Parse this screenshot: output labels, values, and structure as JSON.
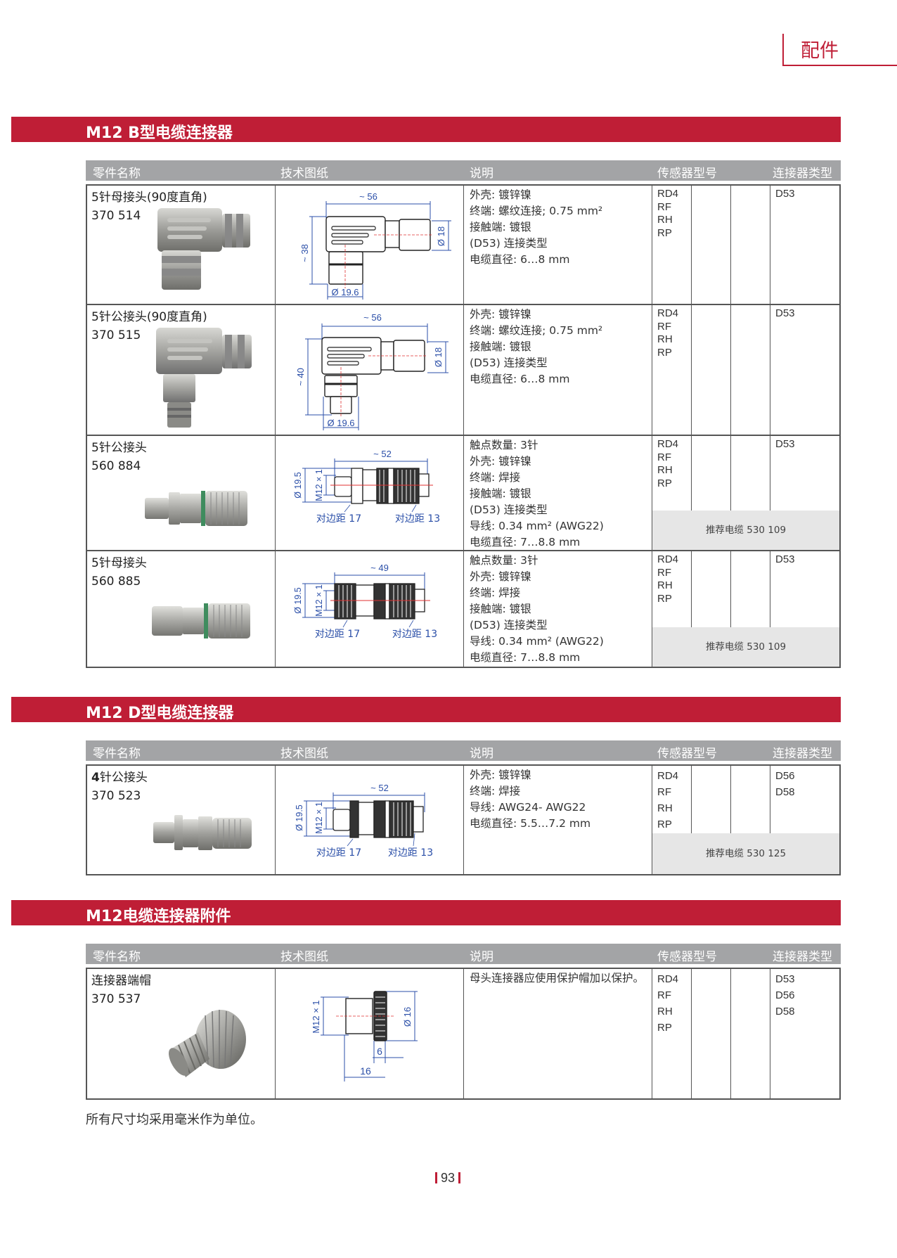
{
  "header": {
    "chapter_tab": "配件"
  },
  "columns": {
    "name": "零件名称",
    "drawing": "技术图纸",
    "description": "说明",
    "sensor_model": "传感器型号",
    "connector_type": "连接器类型"
  },
  "sections": [
    {
      "title": "M12 B型电缆连接器",
      "rows": [
        {
          "name": "5针母接头(90度直角)",
          "part_no": "370 514",
          "description": [
            "外壳: 镀锌镍",
            "终端: 螺纹连接; 0.75 mm²",
            "接触端: 镀银",
            "(D53) 连接类型",
            "电缆直径: 6…8 mm"
          ],
          "sensors": [
            "RD4",
            "RF",
            "RH",
            "RP"
          ],
          "connector_types": [
            "D53"
          ],
          "drawing": {
            "length": "~ 56",
            "height": "~ 38",
            "dia_top": "Ø 18",
            "dia_bottom": "Ø 19.6"
          }
        },
        {
          "name": "5针公接头(90度直角)",
          "part_no": "370 515",
          "description": [
            "外壳: 镀锌镍",
            "终端: 螺纹连接; 0.75 mm²",
            "接触端: 镀银",
            "(D53) 连接类型",
            "电缆直径: 6…8 mm"
          ],
          "sensors": [
            "RD4",
            "RF",
            "RH",
            "RP"
          ],
          "connector_types": [
            "D53"
          ],
          "drawing": {
            "length": "~ 56",
            "height": "~ 40",
            "dia_top": "Ø 18",
            "dia_bottom": "Ø 19.6"
          }
        },
        {
          "name": "5针公接头",
          "part_no": "560 884",
          "description": [
            "触点数量: 3针",
            "外壳: 镀锌镍",
            "终端: 焊接",
            "接触端: 镀银",
            "(D53) 连接类型",
            "导线: 0.34 mm² (AWG22)",
            "电缆直径: 7…8.8 mm"
          ],
          "sensors": [
            "RD4",
            "RF",
            "RH",
            "RP"
          ],
          "connector_types": [
            "D53"
          ],
          "recommended_cable": "推荐电缆 530 109",
          "drawing": {
            "length": "~ 52",
            "dia": "Ø 19.5",
            "thread": "M12 × 1",
            "af1": "对边距 17",
            "af2": "对边距 13"
          }
        },
        {
          "name": "5针母接头",
          "part_no": "560 885",
          "description": [
            "触点数量: 3针",
            "外壳: 镀锌镍",
            "终端: 焊接",
            "接触端: 镀银",
            "(D53) 连接类型",
            "导线: 0.34 mm² (AWG22)",
            "电缆直径: 7…8.8 mm"
          ],
          "sensors": [
            "RD4",
            "RF",
            "RH",
            "RP"
          ],
          "connector_types": [
            "D53"
          ],
          "recommended_cable": "推荐电缆 530 109",
          "drawing": {
            "length": "~ 49",
            "dia": "Ø 19.5",
            "thread": "M12 × 1",
            "af1": "对边距 17",
            "af2": "对边距 13"
          }
        }
      ]
    },
    {
      "title": "M12 D型电缆连接器",
      "rows": [
        {
          "name_bold": "4",
          "name": "针公接头",
          "part_no": "370 523",
          "description": [
            "外壳: 镀锌镍",
            "终端: 焊接",
            "导线: AWG24- AWG22",
            "电缆直径: 5.5…7.2 mm"
          ],
          "sensors": [
            "RD4",
            "RF",
            "RH",
            "RP"
          ],
          "connector_types": [
            "D56",
            "D58"
          ],
          "recommended_cable": "推荐电缆 530 125",
          "drawing": {
            "length": "~ 52",
            "dia": "Ø 19.5",
            "thread": "M12 × 1",
            "af1": "对边距 17",
            "af2": "对边距 13"
          }
        }
      ]
    },
    {
      "title": "M12电缆连接器附件",
      "rows": [
        {
          "name": "连接器端帽",
          "part_no": "370 537",
          "description": [
            "母头连接器应使用保护帽加以保护。"
          ],
          "sensors": [
            "RD4",
            "RF",
            "RH",
            "RP"
          ],
          "connector_types": [
            "D53",
            "D56",
            "D58"
          ],
          "drawing": {
            "thread": "M12 × 1",
            "dia": "Ø 16",
            "w1": "6",
            "w2": "16"
          }
        }
      ]
    }
  ],
  "footnote": "所有尺寸均采用毫米作为单位。",
  "page_number": "93",
  "colors": {
    "brand_red": "#bf1e36",
    "header_gray": "#a3a4a6",
    "dim_blue": "#2b4fa8",
    "rec_box_gray": "#e6e6e6"
  }
}
